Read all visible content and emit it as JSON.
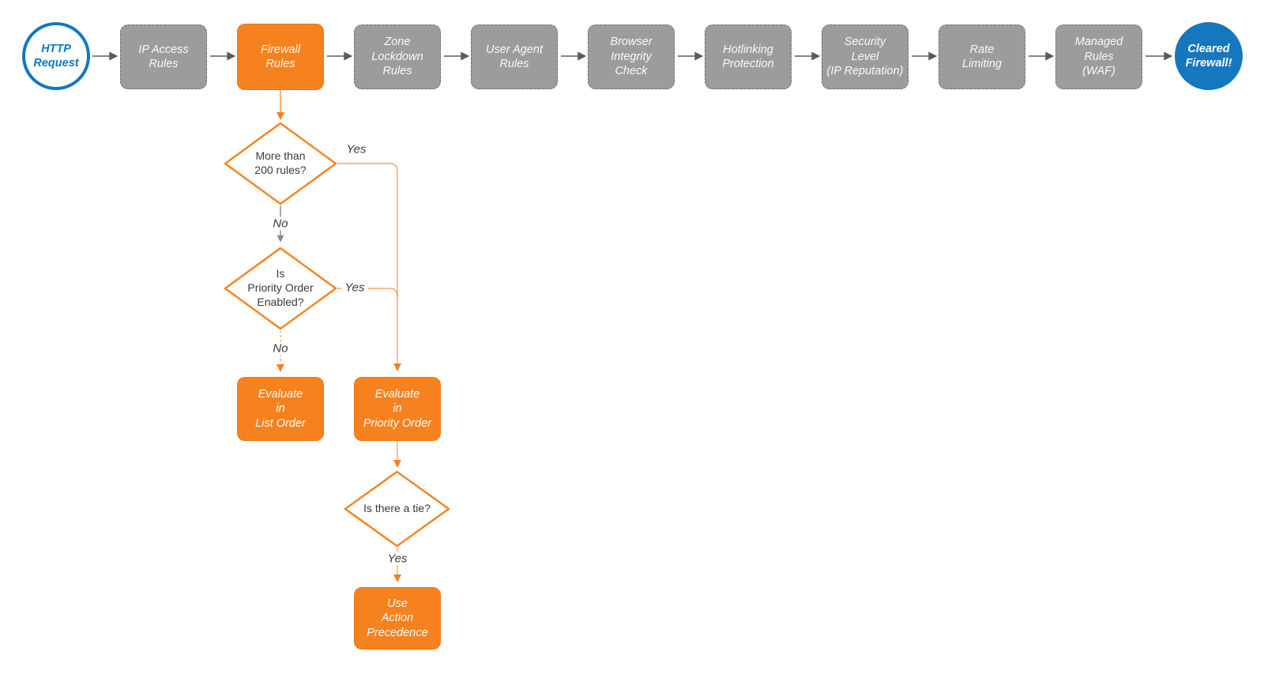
{
  "colors": {
    "orange": "#F6821F",
    "gray_node": "#9C9C9C",
    "blue": "#1577BE",
    "edge_dark": "#5B5B5B",
    "edge_gray": "#8C8C8C",
    "text_dark": "#3A3A3A"
  },
  "nodes": {
    "start": {
      "label": "HTTP\nRequest",
      "type": "terminator"
    },
    "stages": [
      {
        "label": "IP Access\nRules",
        "highlighted": false
      },
      {
        "label": "Firewall\nRules",
        "highlighted": true
      },
      {
        "label": "Zone\nLockdown\nRules",
        "highlighted": false
      },
      {
        "label": "User Agent\nRules",
        "highlighted": false
      },
      {
        "label": "Browser\nIntegrity\nCheck",
        "highlighted": false
      },
      {
        "label": "Hotlinking\nProtection",
        "highlighted": false
      },
      {
        "label": "Security\nLevel\n(IP Reputation)",
        "highlighted": false
      },
      {
        "label": "Rate\nLimiting",
        "highlighted": false
      },
      {
        "label": "Managed\nRules\n(WAF)",
        "highlighted": false
      }
    ],
    "end": {
      "label": "Cleared\nFirewall!",
      "type": "terminator"
    },
    "decisions": [
      {
        "label": "More than\n200 rules?"
      },
      {
        "label": "Is\nPriority Order\nEnabled?"
      },
      {
        "label": "Is there a tie?"
      }
    ],
    "processes": [
      {
        "label": "Evaluate\nin\nList Order"
      },
      {
        "label": "Evaluate\nin\nPriority Order"
      },
      {
        "label": "Use\nAction\nPrecedence"
      }
    ]
  },
  "edge_labels": {
    "rules_yes": "Yes",
    "rules_no": "No",
    "priority_yes": "Yes",
    "priority_no": "No",
    "tie_yes": "Yes"
  }
}
